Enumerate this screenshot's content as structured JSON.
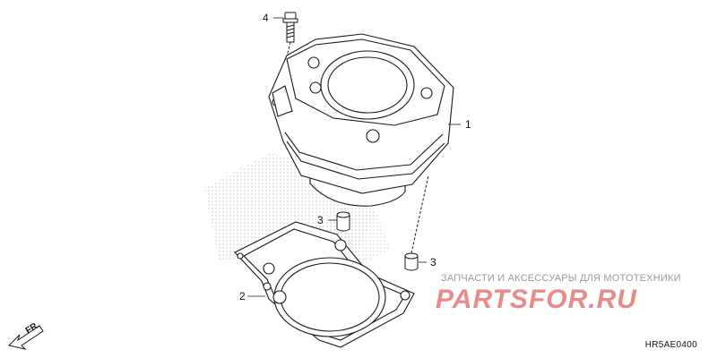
{
  "callouts": {
    "part_1": "1",
    "part_2": "2",
    "part_3_upper": "3",
    "part_3_lower": "3",
    "part_4": "4"
  },
  "direction_label": "FR.",
  "diagram_code": "HR5AE0400",
  "watermark": {
    "caption": "ЗАПЧАСТИ И АКСЕССУАРЫ ДЛЯ МОТОТЕХНИКИ",
    "logo": "PARTSFOR.RU"
  },
  "colors": {
    "line": "#1a1a1a",
    "watermark_red": "#e98b8b",
    "watermark_gray": "#9a9a9a",
    "dot_pattern": "#bdbdbd"
  }
}
